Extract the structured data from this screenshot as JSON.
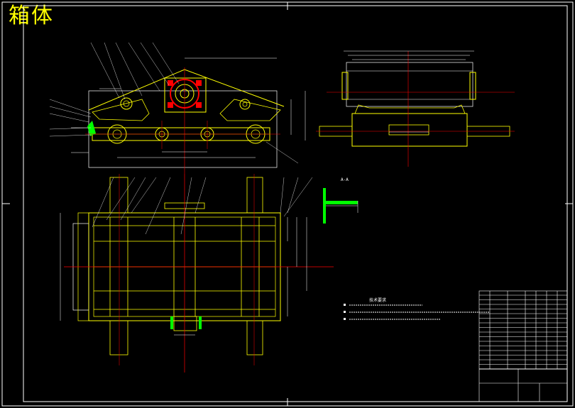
{
  "drawing": {
    "title": "箱体",
    "section_label": "A-A",
    "notes_heading": "技术要求",
    "colors": {
      "background": "#000000",
      "part_lines": "#ffff00",
      "center_lines": "#ff0000",
      "hatch": "#00ff00",
      "leaders": "#ffffff",
      "border": "#ffffff"
    }
  }
}
